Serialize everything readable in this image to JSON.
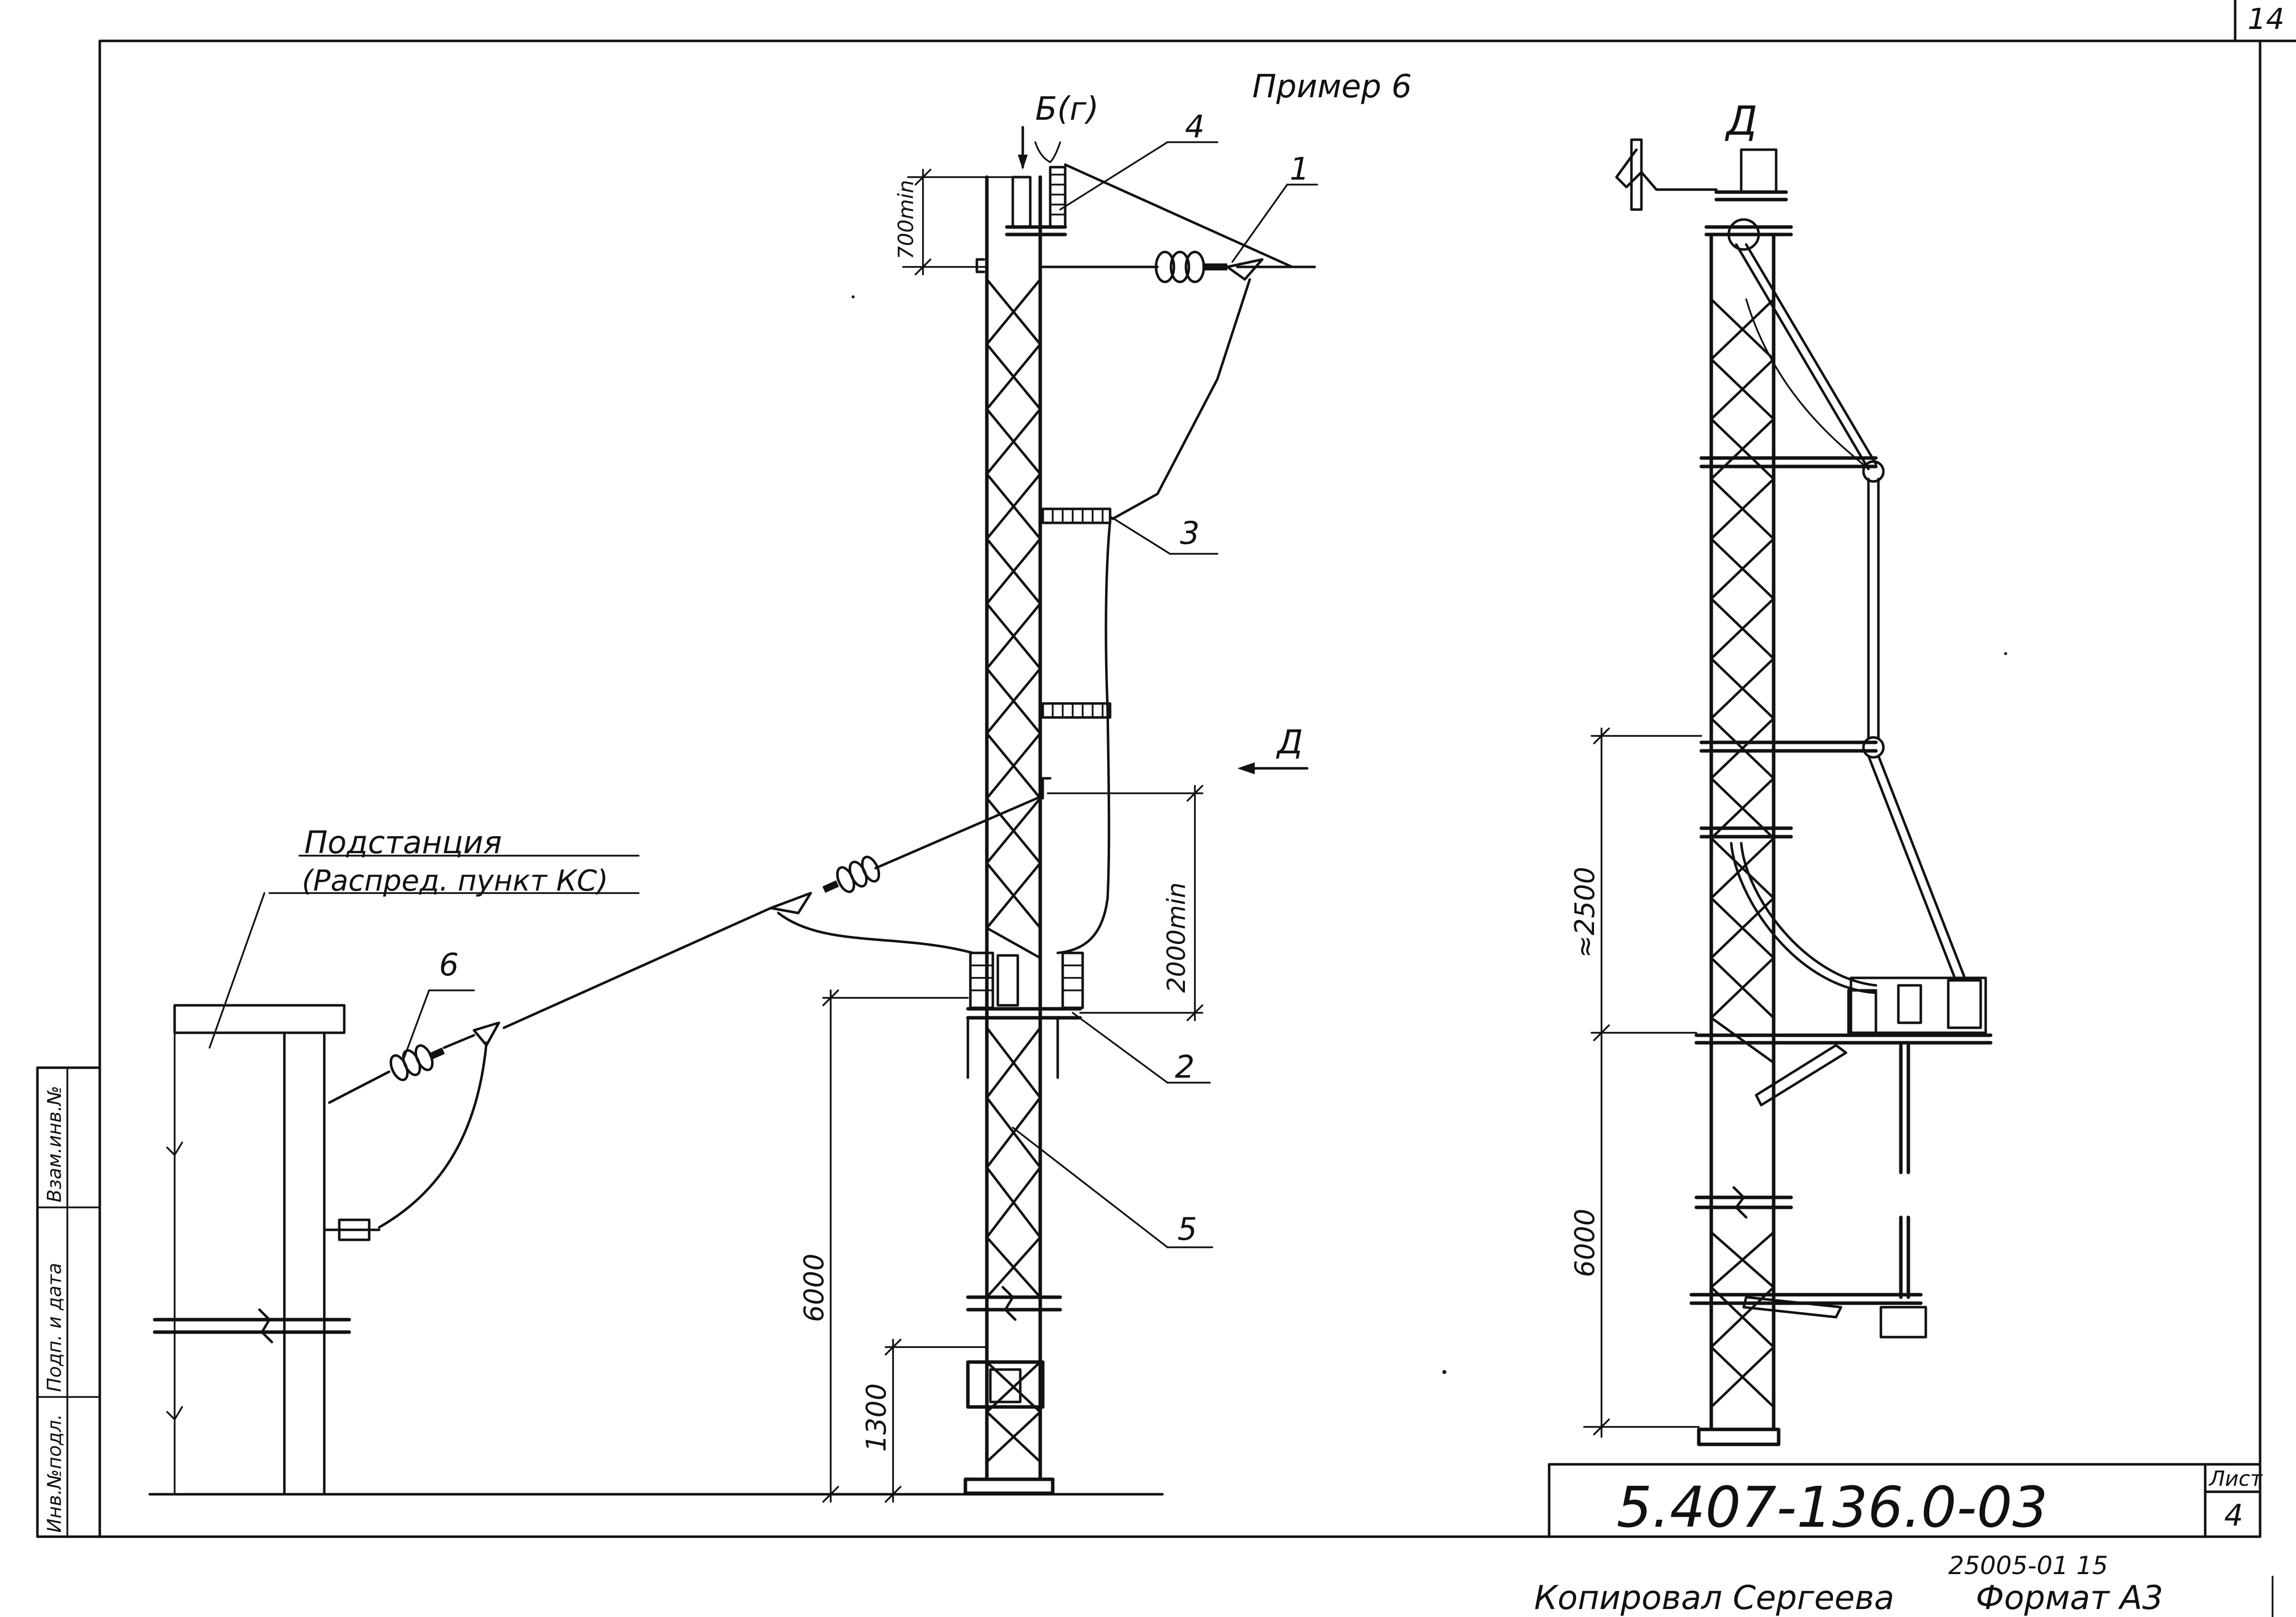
{
  "sheet": {
    "page_number": "14",
    "title": "Пример 6",
    "view_arrow_label": "Б(г)",
    "side_view_label": "Д",
    "side_view_arrow_label": "Д",
    "substation_label": "Подстанция",
    "substation_sublabel": "(Распред. пункт КС)"
  },
  "callouts": [
    "1",
    "2",
    "3",
    "4",
    "5",
    "6"
  ],
  "dimensions": {
    "d_700": "700min",
    "d_2000": "2000min",
    "d_6000_front": "6000",
    "d_1300": "1300",
    "d_2500": "≈2500",
    "d_6000_side": "6000"
  },
  "side_stamp": {
    "inv_no": "Инв.№подл.",
    "sign_date": "Подп. и дата",
    "replaced": "Взам.инв.№"
  },
  "title_block": {
    "document_code": "5.407-136.0-03",
    "sheet_label": "Лист",
    "sheet_number": "4",
    "extra_number": "25005-01   15",
    "copied_by": "Копировал  Сергеева",
    "format": "Формат А3"
  }
}
